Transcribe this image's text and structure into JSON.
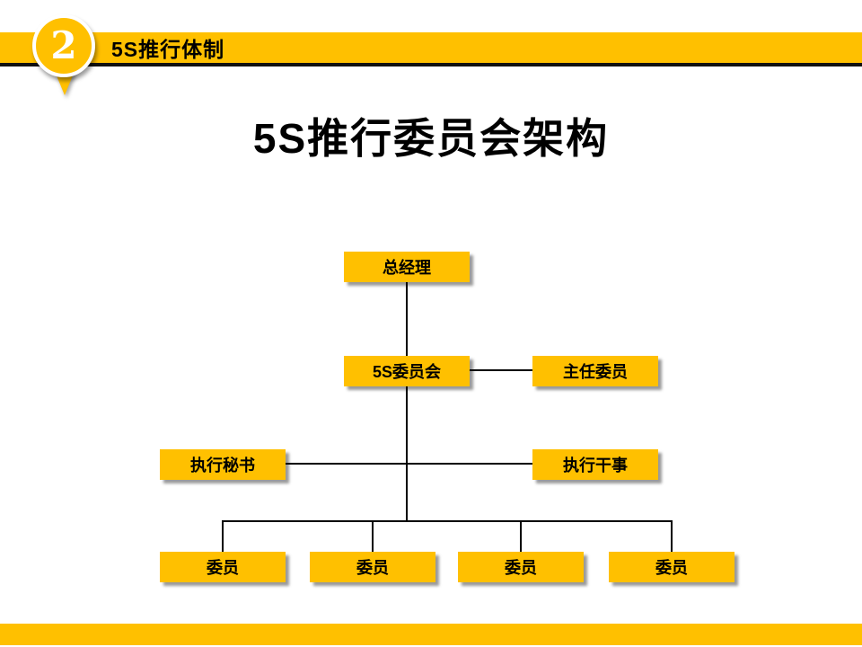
{
  "colors": {
    "accent": "#FFC000",
    "line": "#000000",
    "text": "#000000",
    "badge_number": "#FFFFFF"
  },
  "header": {
    "slide_number": "2",
    "title": "5S推行体制"
  },
  "main": {
    "title": "5S推行委员会架构"
  },
  "org_chart": {
    "general_manager": "总经理",
    "committee": "5S委员会",
    "chairman": "主任委员",
    "secretary": "执行秘书",
    "officer": "执行干事",
    "members": [
      "委员",
      "委员",
      "委员",
      "委员"
    ]
  }
}
